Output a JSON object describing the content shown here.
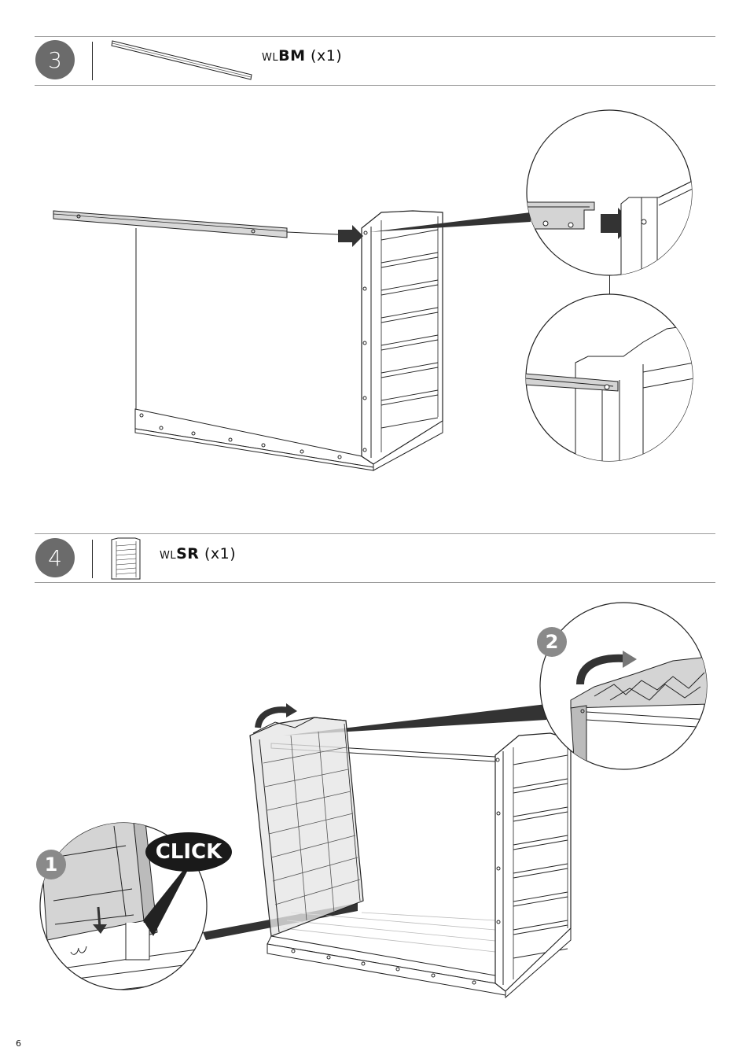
{
  "steps": [
    {
      "number": "3",
      "part_prefix": "WL",
      "part_code": "BM",
      "quantity": "(x1)"
    },
    {
      "number": "4",
      "part_prefix": "WL",
      "part_code": "SR",
      "quantity": "(x1)"
    }
  ],
  "callouts": {
    "detail_1": "1",
    "detail_2": "2",
    "click": "CLICK"
  },
  "page_number": "6",
  "colors": {
    "badge": "#6b6b6b",
    "arrow": "#333333",
    "panel_fill": "#e6e6e6"
  }
}
